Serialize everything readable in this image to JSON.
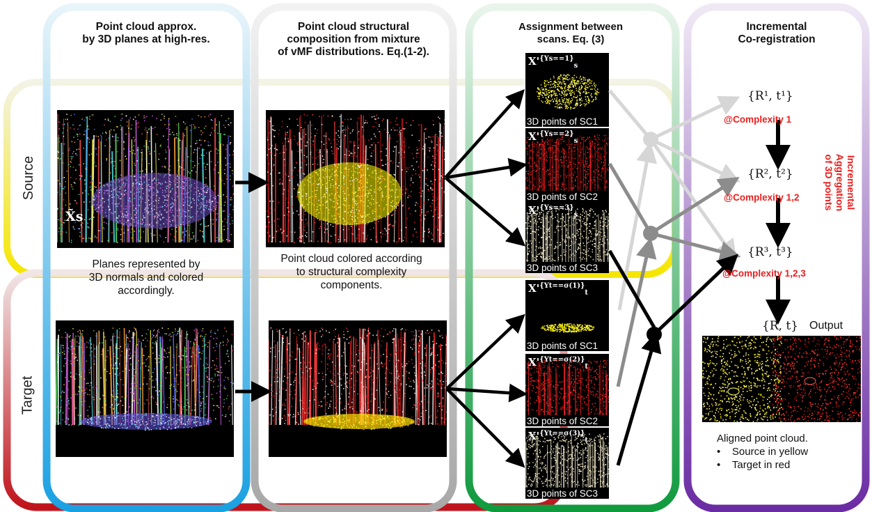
{
  "rows": {
    "source": "Source",
    "target": "Target"
  },
  "panels": [
    {
      "title_lines": [
        "Point cloud approx.",
        "by 3D planes at high-res."
      ],
      "caption_lines": [
        "Planes represented by",
        "3D normals and colored",
        "accordingly."
      ]
    },
    {
      "title_lines": [
        "Point cloud structural",
        "composition from mixture",
        "of vMF distributions. Eq.(1-2)."
      ],
      "caption_lines": [
        "Point cloud colored according",
        "to structural complexity",
        "components."
      ]
    },
    {
      "title_lines": [
        "Assignment between",
        "scans. Eq. (3)"
      ]
    },
    {
      "title_lines": [
        "Incremental",
        "Co-registration"
      ]
    }
  ],
  "source_symbol": "X̃s",
  "scans": {
    "source": [
      {
        "label": "3D points of SC1",
        "math_main": "X'",
        "math_sub": "s",
        "math_sup": "{Υs==1}"
      },
      {
        "label": "3D points of SC2",
        "math_main": "X'",
        "math_sub": "s",
        "math_sup": "{Υs==2}"
      },
      {
        "label": "3D points of SC3",
        "math_main": "X'",
        "math_sub": "s",
        "math_sup": "{Υs==3}"
      }
    ],
    "target": [
      {
        "label": "3D points of SC1",
        "math_main": "X'",
        "math_sub": "t",
        "math_sup": "{Υt==σ(1)}"
      },
      {
        "label": "3D points of SC2",
        "math_main": "X'",
        "math_sub": "t",
        "math_sup": "{Υt==σ(2)}"
      },
      {
        "label": "3D points of SC3",
        "math_main": "X'",
        "math_sub": "t",
        "math_sup": "{Υt==σ(3)}"
      }
    ]
  },
  "poses": [
    {
      "text": "{R¹, t¹}",
      "complexity": "@Complexity 1"
    },
    {
      "text": "{R², t²}",
      "complexity": "@Complexity 1,2"
    },
    {
      "text": "{R³, t³}",
      "complexity": "@Complexity 1,2,3"
    }
  ],
  "final_pose": "{R, t}",
  "output_label": "Output",
  "incremental_lines": [
    "Incremental",
    "Aggregation",
    "of 3D points"
  ],
  "aligned": {
    "title": "Aligned point cloud.",
    "bullets": [
      "Source in yellow",
      "Target in red"
    ]
  },
  "colors": {
    "source_band": "#f5e600",
    "target_band": "#c0141c",
    "panel1_border": "#39b3e6",
    "panel2_border": "#bdbdbd",
    "panel3_border": "#1fa84d",
    "panel4_border": "#7a3cb0",
    "complexity_red": "#e8201f"
  }
}
